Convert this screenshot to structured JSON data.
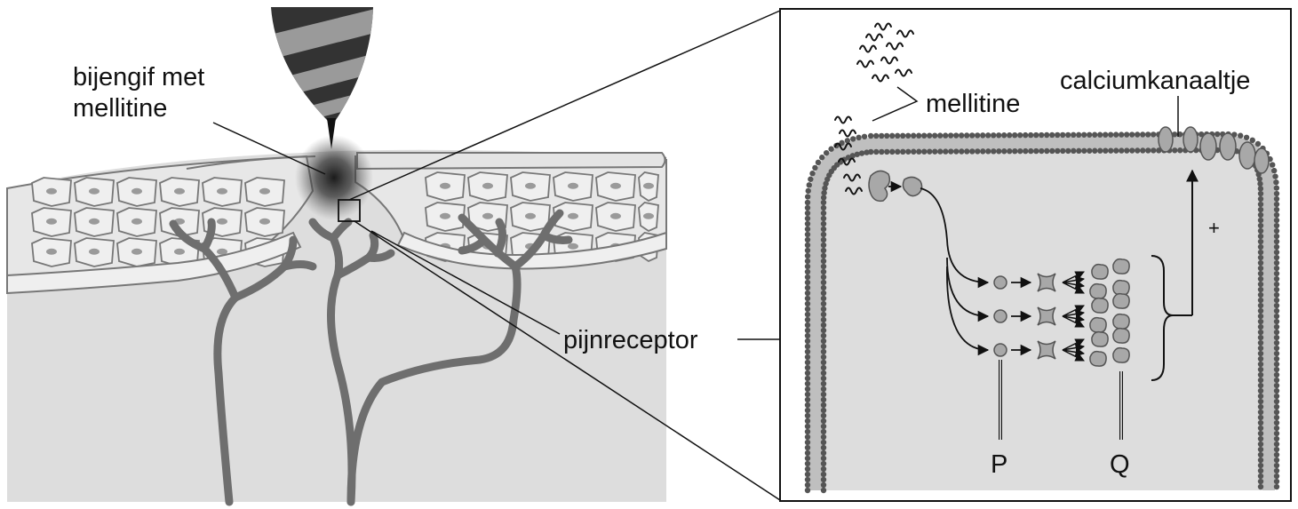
{
  "labels": {
    "venom": [
      "bijengif met",
      "mellitine"
    ],
    "pain_receptor": "pijnreceptor",
    "mellitin": "mellitine",
    "calcium_channel": "calciumkanaaltje",
    "plus": "+",
    "p": "P",
    "q": "Q"
  },
  "colors": {
    "background": "#ffffff",
    "tissue": "#dddddd",
    "cell_fill": "#efefef",
    "nucleus": "#9a9a9a",
    "nerve": "#6e6e6e",
    "membrane": "#555555",
    "molecule": "#a8a8a8",
    "ink": "#111111"
  }
}
